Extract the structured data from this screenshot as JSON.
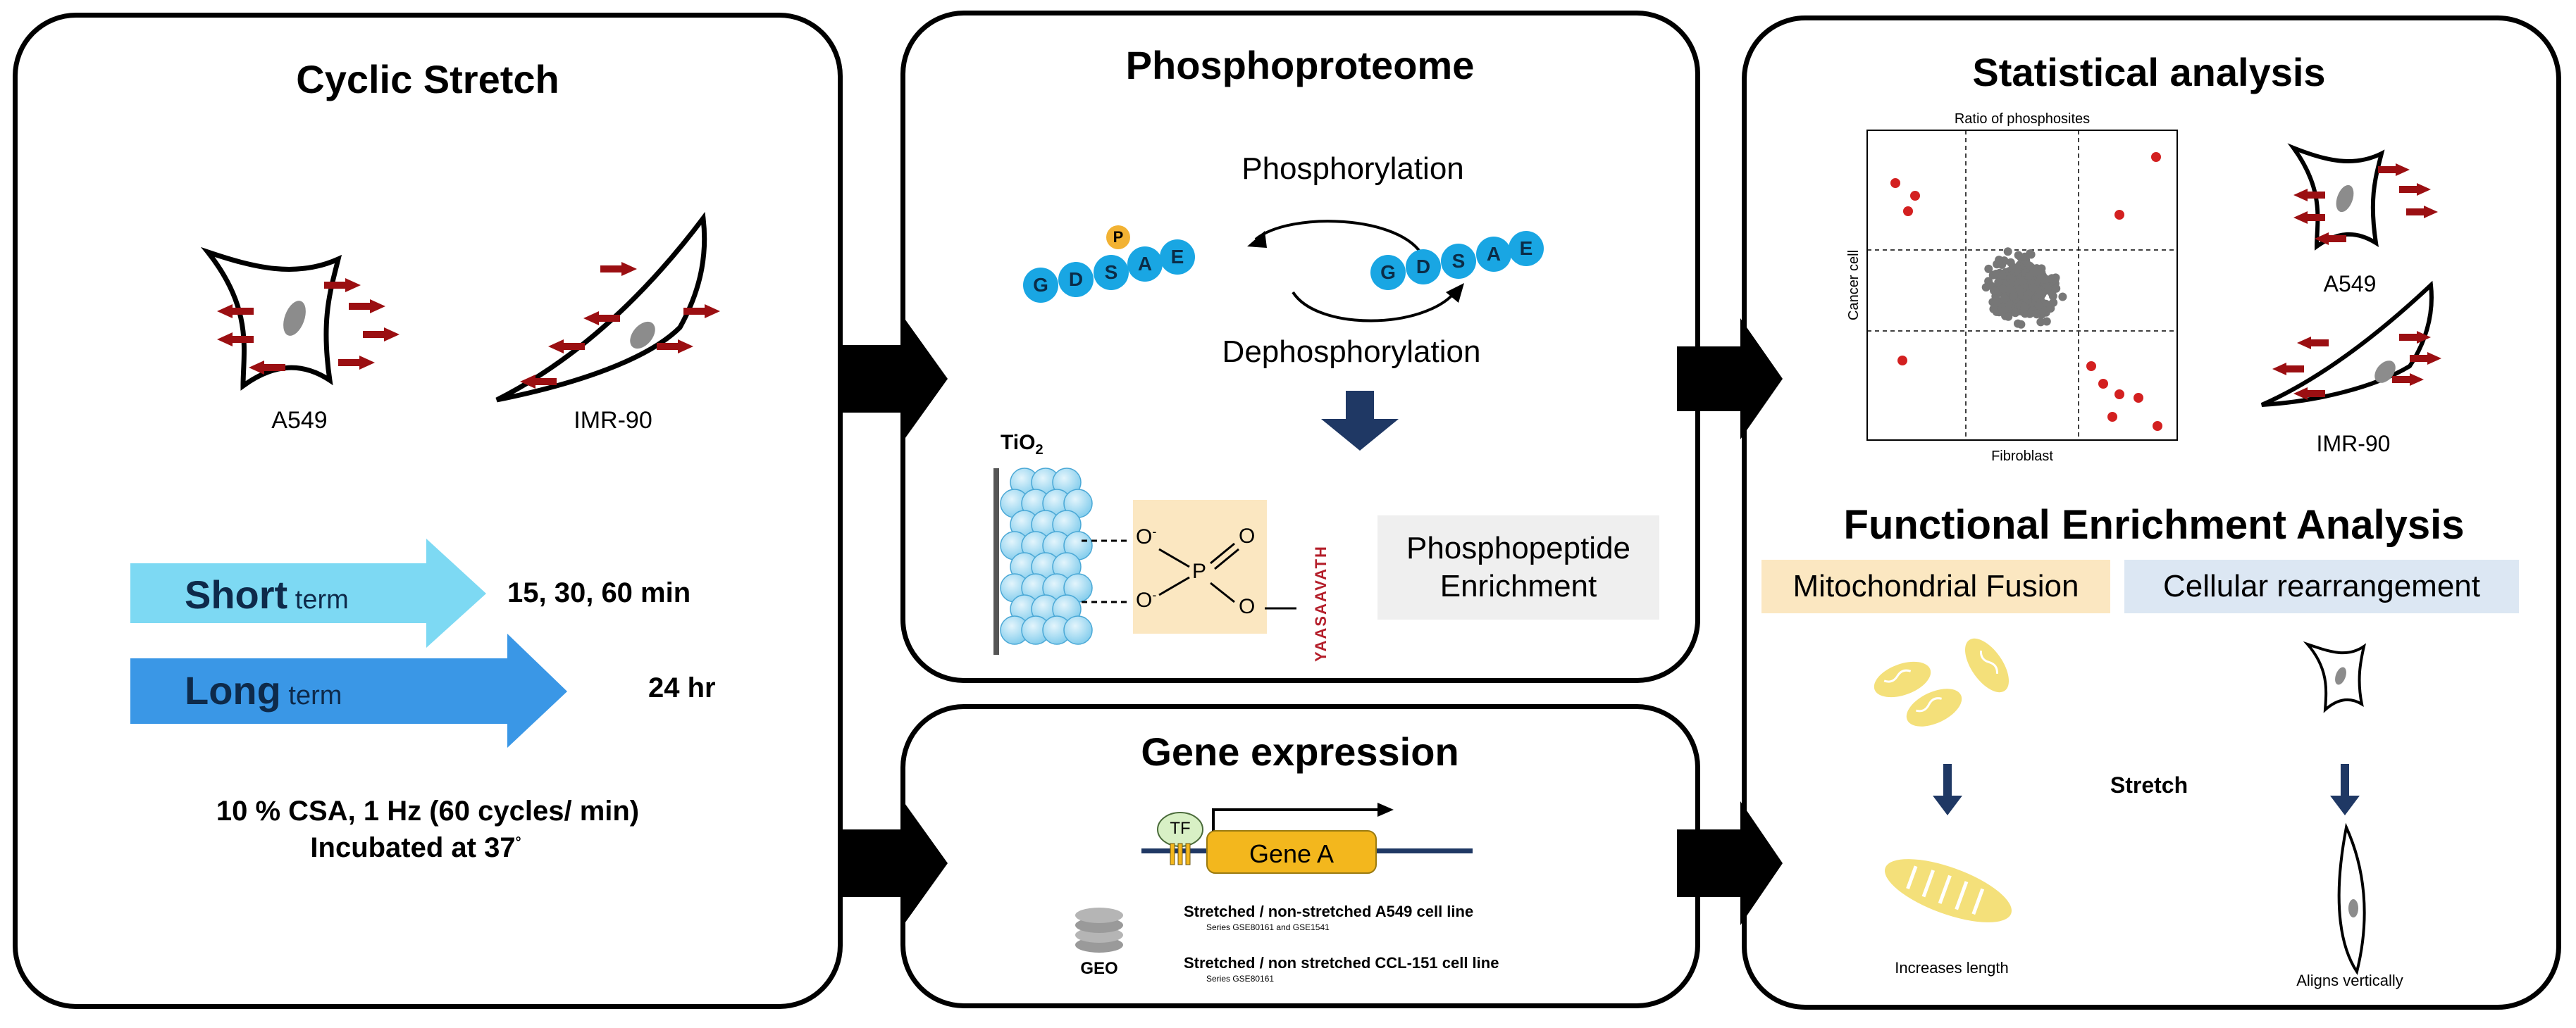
{
  "cyclic": {
    "title": "Cyclic Stretch",
    "cell1": "A549",
    "cell2": "IMR-90",
    "short_bold": "Short",
    "short_rest": " term",
    "short_times": "15, 30, 60 min",
    "long_bold": "Long",
    "long_rest": " term",
    "long_times": "24 hr",
    "cond1": "10 % CSA, 1 Hz (60 cycles/ min)",
    "cond2": "Incubated at 37",
    "cond2_sup": "°"
  },
  "phospho": {
    "title": "Phosphoproteome",
    "phosphorylation": "Phosphorylation",
    "dephosphorylation": "Dephosphorylation",
    "peptide_left": [
      "G",
      "D",
      "S",
      "A",
      "E"
    ],
    "phospho_mark": "P",
    "peptide_right": [
      "G",
      "D",
      "S",
      "A",
      "E"
    ],
    "tio2": "TiO",
    "tio2_sub": "2",
    "o_minus_1": "O",
    "o_minus_2": "O",
    "minus": "-",
    "p_atom": "P",
    "o_double": "O",
    "o_single": "O",
    "seq": "YAASAAVATH",
    "enrich_1": "Phosphopeptide",
    "enrich_2": "Enrichment"
  },
  "gene": {
    "title": "Gene expression",
    "tf": "TF",
    "gene": "Gene A",
    "geo": "GEO",
    "line1": "Stretched / non-stretched A549 cell line",
    "line1_small": "Series GSE80161 and  GSE1541",
    "line2": "Stretched / non stretched CCL-151 cell line",
    "line2_small": "Series GSE80161"
  },
  "stats": {
    "title": "Statistical analysis",
    "plot_title": "Ratio of phosphosites",
    "ylabel": "Cancer cell",
    "xlabel": "Fibroblast",
    "cell1": "A549",
    "cell2": "IMR-90"
  },
  "functional": {
    "title": "Functional Enrichment Analysis",
    "tag1": "Mitochondrial Fusion",
    "tag2": "Cellular rearrangement",
    "stretch": "Stretch",
    "result1": "Increases length",
    "result2": "Aligns vertically"
  },
  "colors": {
    "arrow_red": "#9b0f12",
    "bead_blue": "#19a6e3",
    "phospho_yellow": "#f2b233",
    "short_arrow": "#7dd9f3",
    "long_arrow": "#3a97e6",
    "gene_orange": "#f3b71d",
    "tf_green": "#d8f0c5",
    "beige": "#fbe7c1",
    "light_blue": "#dce7f3",
    "mito_yellow": "#f4e07a",
    "enrich_gray": "#efefef",
    "navy": "#1f3864",
    "scatter_gray": "#777777",
    "scatter_red": "#d32020",
    "seq_red": "#b41e2a"
  },
  "icons": {
    "down_arrow": "navy-down-arrow-icon",
    "flow_arrow": "black-flow-arrow-icon",
    "database": "geo-database-icon"
  }
}
